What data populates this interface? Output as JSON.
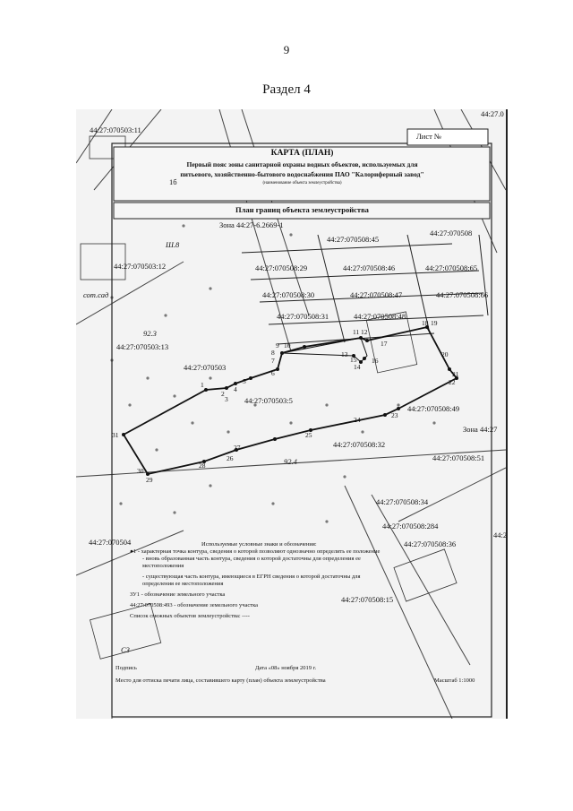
{
  "page": {
    "number": "9",
    "section": "Раздел 4"
  },
  "map": {
    "sheet": "Лист №",
    "title": "КАРТА (ПЛАН)",
    "subtitle_line1": "Первый пояс зоны санитарной охраны водных объектов, используемых для",
    "subtitle_line2": "питьевого, хозяйственно-бытового водоснабжения ПАО \"Калориферный завод\"",
    "subtitle_note": "(наименование объекта землеустройства)",
    "plan_title": "План границ объекта землеустройства",
    "zone_top": "Зона 44:27-6.2669-1",
    "zone_right": "Зона 44:27",
    "scale": "Масштаб 1:1000",
    "corner_tr": "44:27.0",
    "corner_r": "44:2",
    "inner_stamp": "1б",
    "parcels": [
      "44:27:070503:11",
      "44:27:070503:12",
      "44:27:070503:13",
      "44:27:070503:5",
      "44:27:070508:45",
      "44:27:070508",
      "44:27:070508:29",
      "44:27:070508:46",
      "44:27:070508:65",
      "44:27:070508:30",
      "44:27:070508:47",
      "44:27:070508:66",
      "44:27:070508:31",
      "44:27:070508:48",
      "44:27:070508:49",
      "44:27:070508:32",
      "44:27:070508:51",
      "44:27:070508:34",
      "44:27:070508:284",
      "44:27:070508:36",
      "44:27:070508:15",
      "44:27:070504",
      "44:27:070503"
    ],
    "points": [
      "1",
      "2",
      "3",
      "4",
      "5",
      "6",
      "7",
      "8",
      "9",
      "10",
      "11",
      "12",
      "13",
      "14",
      "15",
      "16",
      "17",
      "18",
      "19",
      "20",
      "21",
      "22",
      "23",
      "24",
      "25",
      "26",
      "27",
      "28",
      "29",
      "30",
      "31"
    ],
    "legend": {
      "title": "Используемые условные знаки и обозначения:",
      "item1_sym": "●1",
      "item1": "- характерная точка контура, сведения о которой позволяют однозначно определить ее положение",
      "item2": "- вновь образованная часть контура, сведения о которой достаточны для определения ее",
      "item2b": "местоположения",
      "item3": "- существующая часть контура, имеющиеся в ЕГРН сведения о которой достаточны для",
      "item3b": "определения ее местоположения",
      "item4": "ЗУ1 - обозначение земельного участка",
      "item5": "44:27:070508:493 - обозначение земельного участка",
      "item6": "Список смежных объектов землеустройства: ----",
      "sign": "Подпись",
      "date": "Дата «08» ноября 2019 г.",
      "stamp": "Место для оттиска печати лица, составившего карту (план) объекта землеустройства"
    },
    "map_words": {
      "garden": "сот.сад",
      "water": "Ш.8",
      "c3": "С3",
      "w1": "92.3",
      "w2": "92.4"
    }
  }
}
